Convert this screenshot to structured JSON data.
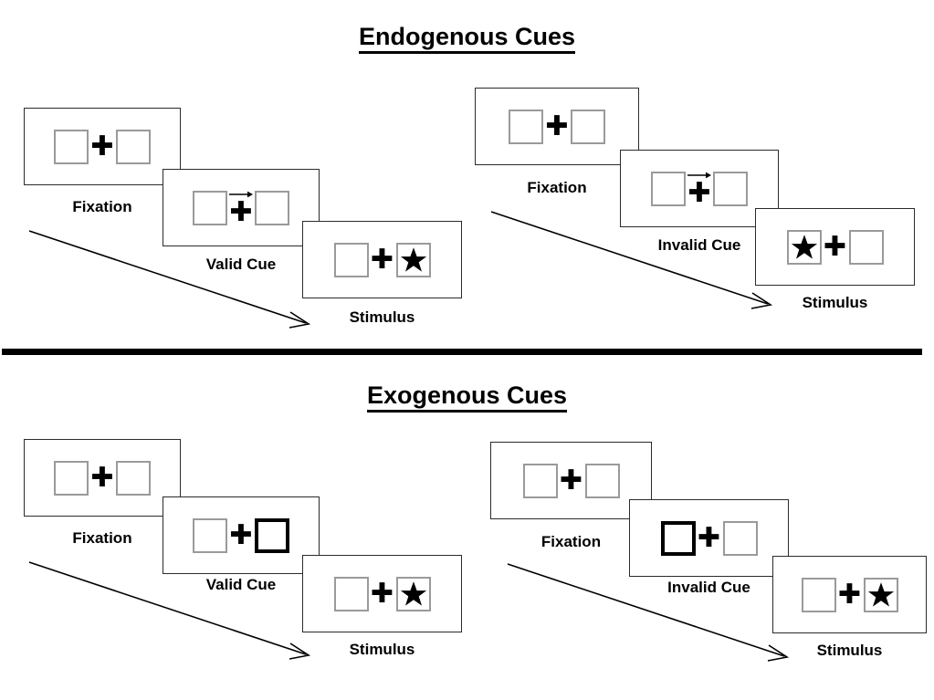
{
  "figure": {
    "title_endogenous": "Endogenous Cues",
    "title_exogenous": "Exogenous Cues",
    "labels": {
      "fixation": "Fixation",
      "valid_cue": "Valid Cue",
      "invalid_cue": "Invalid Cue",
      "stimulus": "Stimulus"
    },
    "colors": {
      "panel_border": "#2b2b2b",
      "box_border": "#9a9a9a",
      "cued_box_border": "#000000",
      "ink": "#000000",
      "background": "#ffffff"
    },
    "icons": {
      "fixation_cross": "plus-icon",
      "cue_arrow": "right-arrow-icon",
      "target": "star-icon",
      "flow": "diagonal-arrow-icon"
    }
  },
  "sections": [
    {
      "id": "endogenous",
      "title": "Endogenous Cues",
      "cue_type": "central arrow",
      "sequences": [
        {
          "id": "endogenous-valid",
          "condition": "valid",
          "panels": [
            {
              "label": "Fixation",
              "cue": "none",
              "target_side": "none"
            },
            {
              "label": "Valid Cue",
              "cue": "arrow-right",
              "target_side": "none"
            },
            {
              "label": "Stimulus",
              "cue": "none",
              "target_side": "right"
            }
          ]
        },
        {
          "id": "endogenous-invalid",
          "condition": "invalid",
          "panels": [
            {
              "label": "Fixation",
              "cue": "none",
              "target_side": "none"
            },
            {
              "label": "Invalid Cue",
              "cue": "arrow-right",
              "target_side": "none"
            },
            {
              "label": "Stimulus",
              "cue": "none",
              "target_side": "left"
            }
          ]
        }
      ]
    },
    {
      "id": "exogenous",
      "title": "Exogenous Cues",
      "cue_type": "peripheral box flash",
      "sequences": [
        {
          "id": "exogenous-valid",
          "condition": "valid",
          "panels": [
            {
              "label": "Fixation",
              "cue": "none",
              "target_side": "none"
            },
            {
              "label": "Valid Cue",
              "cue": "box-right",
              "target_side": "none"
            },
            {
              "label": "Stimulus",
              "cue": "none",
              "target_side": "right"
            }
          ]
        },
        {
          "id": "exogenous-invalid",
          "condition": "invalid",
          "panels": [
            {
              "label": "Fixation",
              "cue": "none",
              "target_side": "none"
            },
            {
              "label": "Invalid Cue",
              "cue": "box-left",
              "target_side": "none"
            },
            {
              "label": "Stimulus",
              "cue": "none",
              "target_side": "right"
            }
          ]
        }
      ]
    }
  ]
}
